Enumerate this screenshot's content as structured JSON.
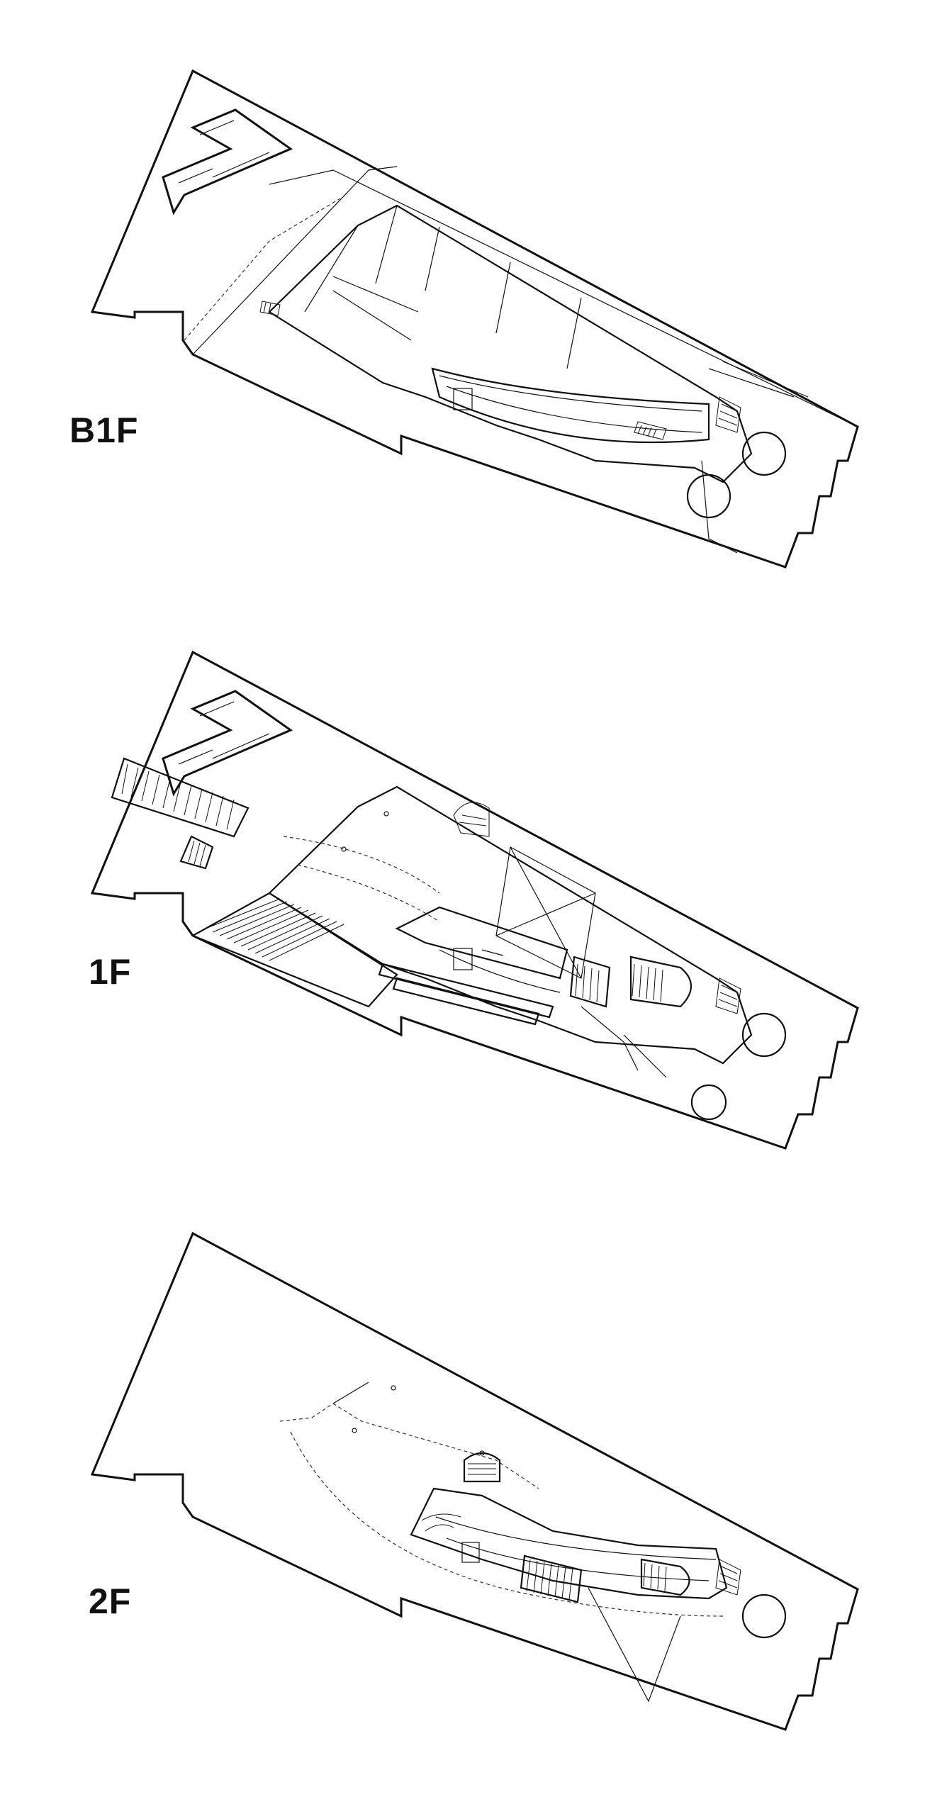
{
  "floors": [
    {
      "label": "B1F"
    },
    {
      "label": "1F"
    },
    {
      "label": "2F"
    }
  ]
}
